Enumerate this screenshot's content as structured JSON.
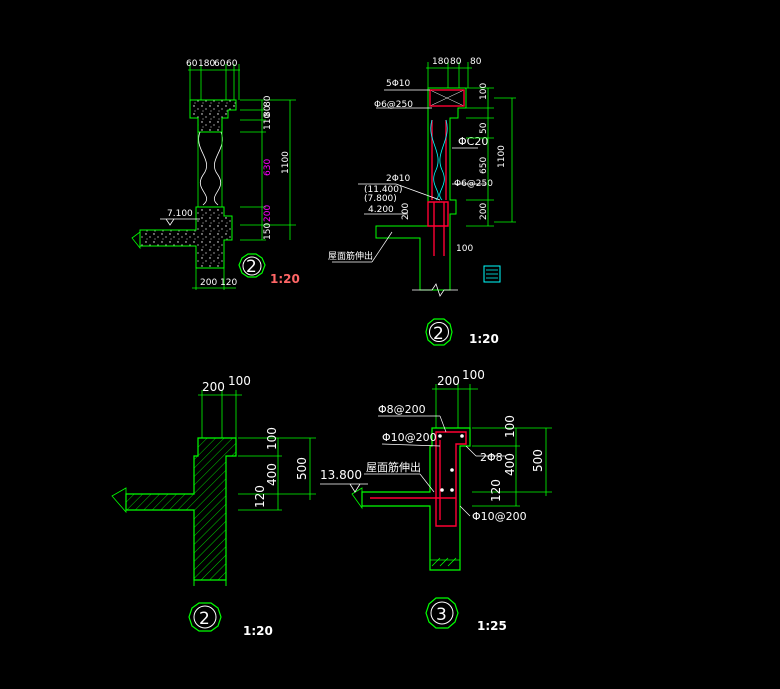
{
  "colors": {
    "background": "#000000",
    "structure": "#00ff00",
    "text": "#ffffff",
    "rebar": "#ff0033",
    "dimension_highlight": "#ff00ff",
    "hatch": "#00ffff",
    "scale_red": "#ff6666"
  },
  "detail_a": {
    "top_dims": [
      "60",
      "180",
      "60",
      "60"
    ],
    "right_dims": [
      "110",
      "80",
      "80"
    ],
    "right_dims_magenta": [
      "630",
      "200"
    ],
    "right_dims_bottom": "150",
    "overall_height": "1100",
    "level": "7.100",
    "bottom_dims": [
      "200",
      "120"
    ],
    "bubble": "2",
    "scale": "1:20"
  },
  "detail_b": {
    "top_dims": [
      "180",
      "80",
      "80"
    ],
    "labels": [
      "5Φ10",
      "Φ6@250",
      "2Φ10",
      "(11.400)",
      "(7.800)",
      "4.200",
      "屋面筋伸出"
    ],
    "right_labels": [
      "ΦC20",
      "Φ6@250"
    ],
    "right_dims": [
      "100",
      "50",
      "650",
      "200"
    ],
    "overall_height": "1100",
    "bottom_dim": "100",
    "left_dim": "200",
    "bubble": "2",
    "scale": "1:20"
  },
  "detail_c": {
    "top_dims": [
      "200",
      "100"
    ],
    "right_dims": [
      "100",
      "400",
      "120"
    ],
    "overall_height": "500",
    "bubble": "2",
    "scale": "1:20"
  },
  "detail_d": {
    "top_dims": [
      "200",
      "100"
    ],
    "labels": [
      "Φ8@200",
      "Φ10@200",
      "屋面筋伸出",
      "13.800",
      "2Φ8",
      "Φ10@200"
    ],
    "right_dims": [
      "100",
      "400",
      "120"
    ],
    "overall_height": "500",
    "bubble": "3",
    "scale": "1:25"
  }
}
